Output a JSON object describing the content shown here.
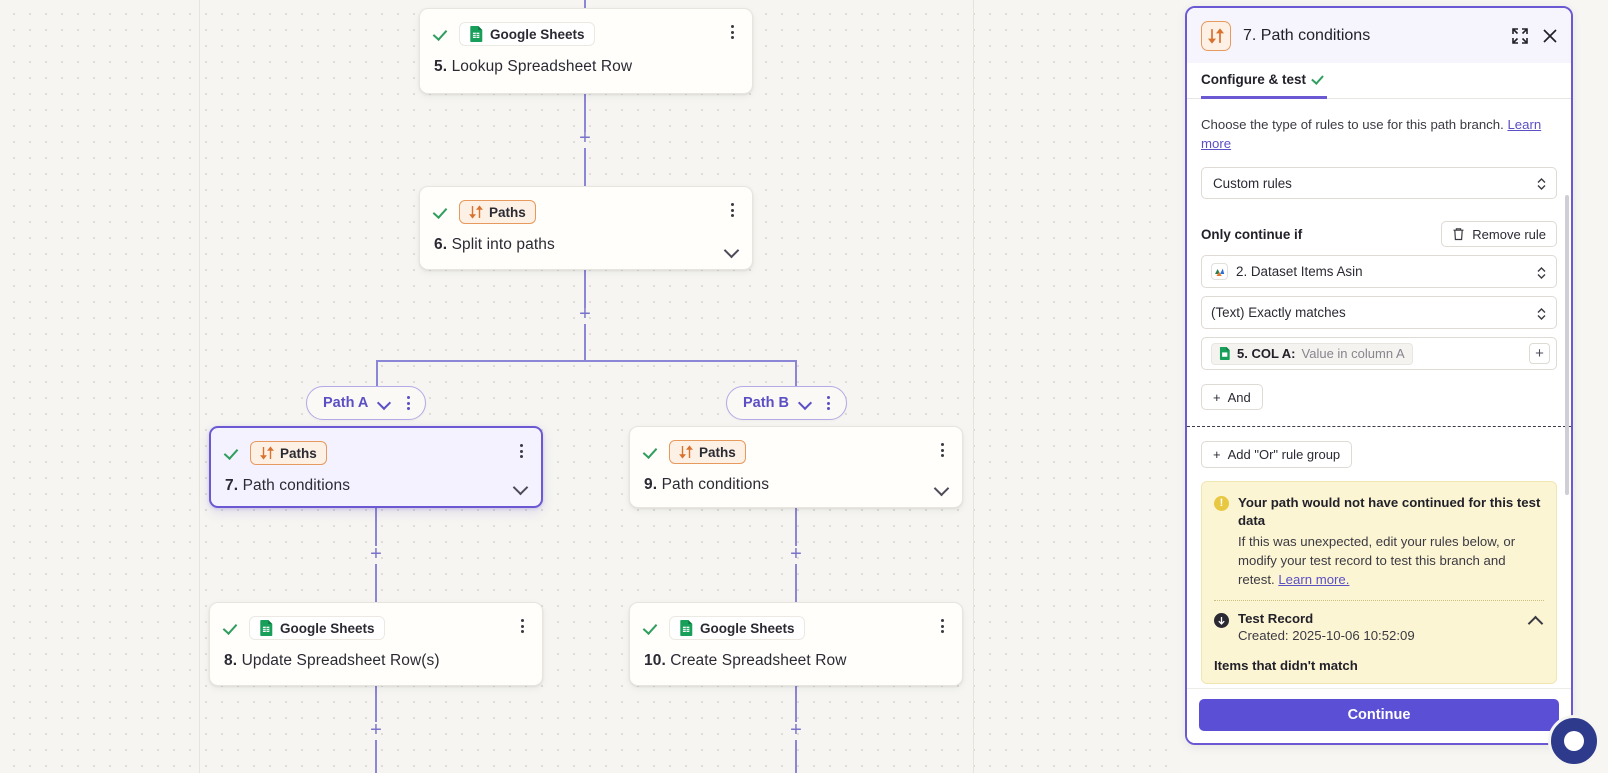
{
  "canvas": {
    "nodes": [
      {
        "id": "n5",
        "app": "Google Sheets",
        "app_icon": "google-sheets-icon",
        "num": "5.",
        "title": "Lookup Spreadsheet Row",
        "status_icon": "check-icon",
        "menu_icon": "kebab-menu-icon",
        "has_caret": false,
        "selected": false
      },
      {
        "id": "n6",
        "app": "Paths",
        "app_icon": "paths-icon",
        "num": "6.",
        "title": "Split into paths",
        "status_icon": "check-icon",
        "menu_icon": "kebab-menu-icon",
        "has_caret": true,
        "selected": false
      },
      {
        "id": "n7",
        "app": "Paths",
        "app_icon": "paths-icon",
        "num": "7.",
        "title": "Path conditions",
        "status_icon": "check-icon",
        "menu_icon": "kebab-menu-icon",
        "has_caret": true,
        "selected": true
      },
      {
        "id": "n9",
        "app": "Paths",
        "app_icon": "paths-icon",
        "num": "9.",
        "title": "Path conditions",
        "status_icon": "check-icon",
        "menu_icon": "kebab-menu-icon",
        "has_caret": true,
        "selected": false
      },
      {
        "id": "n8",
        "app": "Google Sheets",
        "app_icon": "google-sheets-icon",
        "num": "8.",
        "title": "Update Spreadsheet Row(s)",
        "status_icon": "check-icon",
        "menu_icon": "kebab-menu-icon",
        "has_caret": false,
        "selected": false
      },
      {
        "id": "n10",
        "app": "Google Sheets",
        "app_icon": "google-sheets-icon",
        "num": "10.",
        "title": "Create Spreadsheet Row",
        "status_icon": "check-icon",
        "menu_icon": "kebab-menu-icon",
        "has_caret": false,
        "selected": false
      }
    ],
    "path_pills": [
      {
        "label": "Path A",
        "caret_icon": "chevron-down-icon",
        "menu_icon": "kebab-menu-icon"
      },
      {
        "label": "Path B",
        "caret_icon": "chevron-down-icon",
        "menu_icon": "kebab-menu-icon"
      }
    ],
    "add_step_label": "+",
    "accent_edge_color": "#8c86d6",
    "selected_border_color": "#6b59d3"
  },
  "panel": {
    "app_icon": "paths-icon",
    "title": "7. Path conditions",
    "expand_icon": "expand-icon",
    "close_icon": "close-icon",
    "tab": {
      "label": "Configure & test",
      "status_icon": "check-icon"
    },
    "hint": {
      "text": "Choose the type of rules to use for this path branch. ",
      "link": "Learn more"
    },
    "rules_type": {
      "value": "Custom rules",
      "caret_icon": "updown-chevron-icon"
    },
    "only_continue_if": {
      "label": "Only continue if",
      "remove_rule": {
        "label": "Remove rule",
        "icon": "trash-icon"
      },
      "field_source": {
        "icon": "apify-dataset-icon",
        "value": "2. Dataset Items Asin",
        "caret_icon": "updown-chevron-icon"
      },
      "operator": {
        "value": "(Text) Exactly matches",
        "caret_icon": "updown-chevron-icon"
      },
      "value_token": {
        "icon": "google-sheets-icon",
        "bold": "5. COL A:",
        "rest": "Value in column A",
        "add_icon": "plus-icon"
      },
      "and_button": {
        "label": "And",
        "icon": "plus-icon"
      }
    },
    "add_or_group": {
      "label": "Add \"Or\" rule group",
      "icon": "plus-icon"
    },
    "alert": {
      "icon": "warning-icon",
      "heading": "Your path would not have continued for this test data",
      "body": "If this was unexpected, edit your rules below, or modify your test record to test this branch and retest. ",
      "link": "Learn more.",
      "test_record": {
        "icon": "record-icon",
        "title": "Test Record",
        "created": "Created: 2025-10-06 10:52:09",
        "collapse_icon": "chevron-up-icon",
        "footer": "Items that didn't match"
      }
    },
    "continue_button": "Continue",
    "colors": {
      "accent": "#6b59d3",
      "cta": "#5b4fd6",
      "alert_bg": "#fcf5d4",
      "paths_orange": "#e79a5d"
    }
  },
  "helper_widget": {
    "icon": "help-bubble-icon"
  }
}
